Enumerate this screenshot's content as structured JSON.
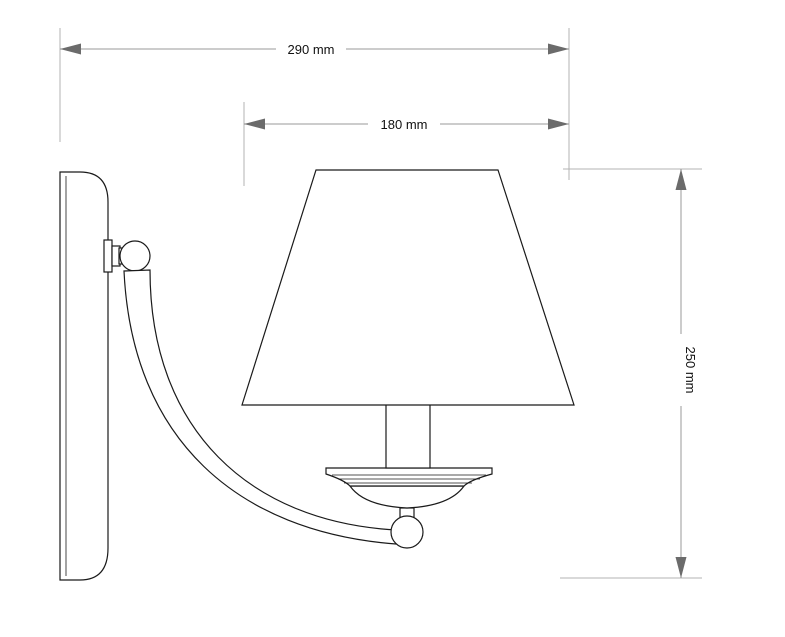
{
  "dimensions": {
    "total_width": "290 mm",
    "shade_width": "180 mm",
    "height": "250 mm"
  },
  "colors": {
    "outline": "#1a1a1a",
    "dimension_line": "#9a9a9a",
    "arrowhead": "#6b6b6b",
    "background": "#ffffff"
  }
}
